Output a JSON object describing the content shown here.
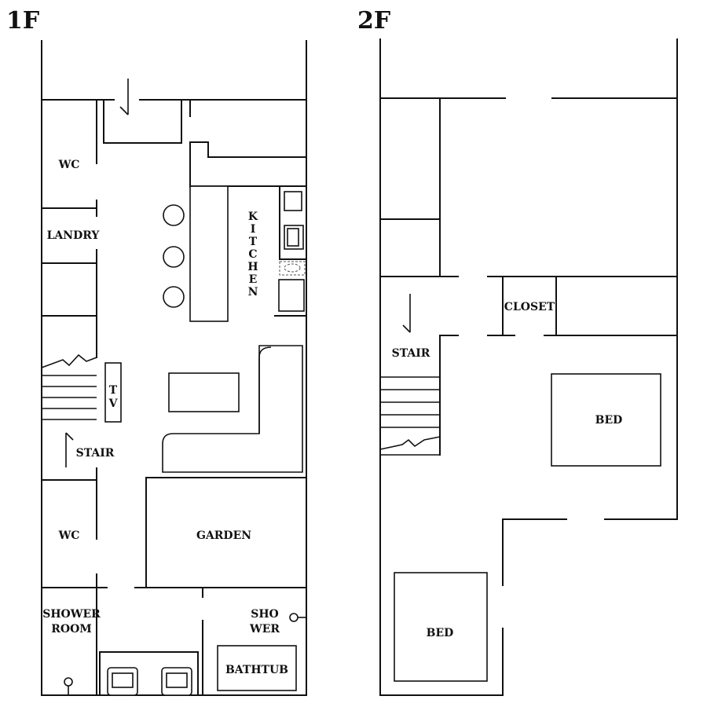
{
  "floors": {
    "first": "1F",
    "second": "2F"
  },
  "rooms_1f": {
    "wc_top": "WC",
    "landry": "LANDRY",
    "kitchen": [
      "K",
      "I",
      "T",
      "C",
      "H",
      "E",
      "N"
    ],
    "tv": [
      "T",
      "V"
    ],
    "stair": "STAIR",
    "wc_bottom": "WC",
    "garden": "GARDEN",
    "shower_room": [
      "SHOWER",
      "ROOM"
    ],
    "shower": [
      "SHO",
      "WER"
    ],
    "bathtub": "BATHTUB"
  },
  "rooms_2f": {
    "closet": "CLOSET",
    "stair": "STAIR",
    "bed_upper": "BED",
    "bed_lower": "BED"
  }
}
